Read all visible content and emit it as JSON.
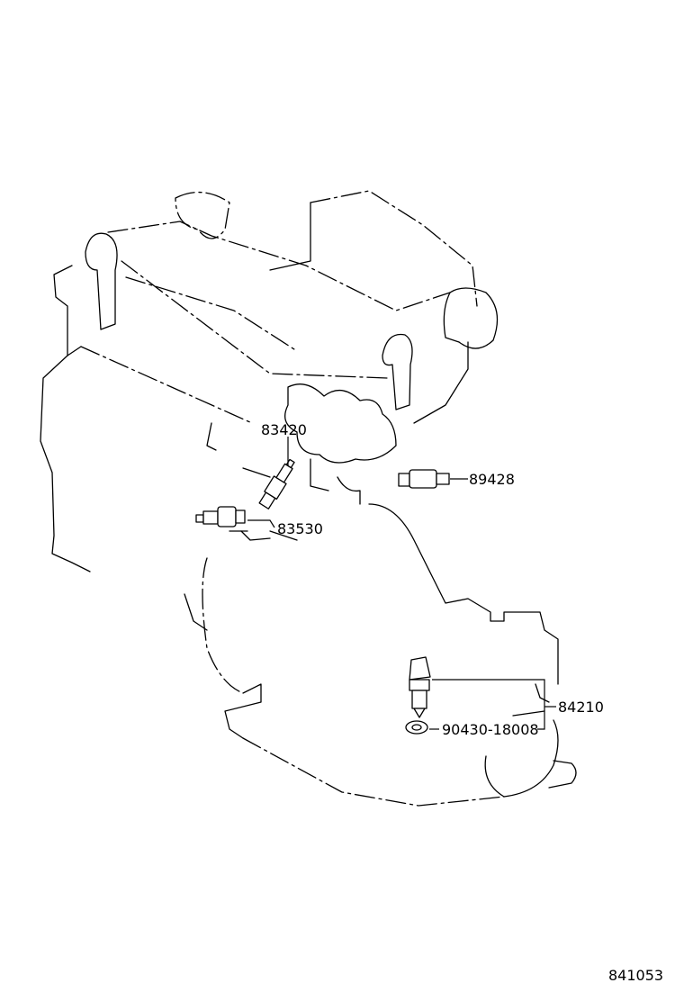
{
  "callouts": {
    "p83420": "83420",
    "p89428": "89428",
    "p83530": "83530",
    "p84210": "84210",
    "p90430": "90430-18008"
  },
  "figure_code": "841053"
}
